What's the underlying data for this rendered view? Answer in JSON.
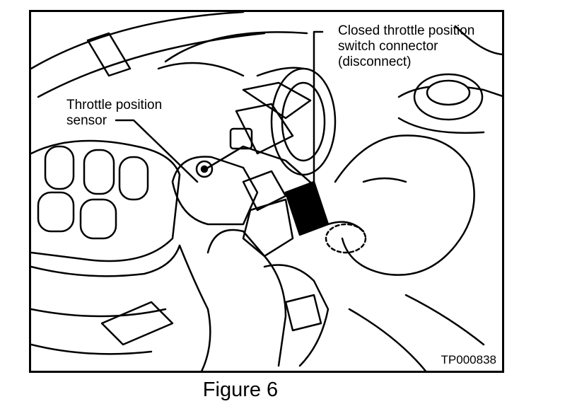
{
  "labels": {
    "throttle_position_sensor": "Throttle position\nsensor",
    "closed_throttle_switch_connector": "Closed throttle position\nswitch connector\n(disconnect)"
  },
  "figure_id": "TP000838",
  "caption": "Figure 6"
}
